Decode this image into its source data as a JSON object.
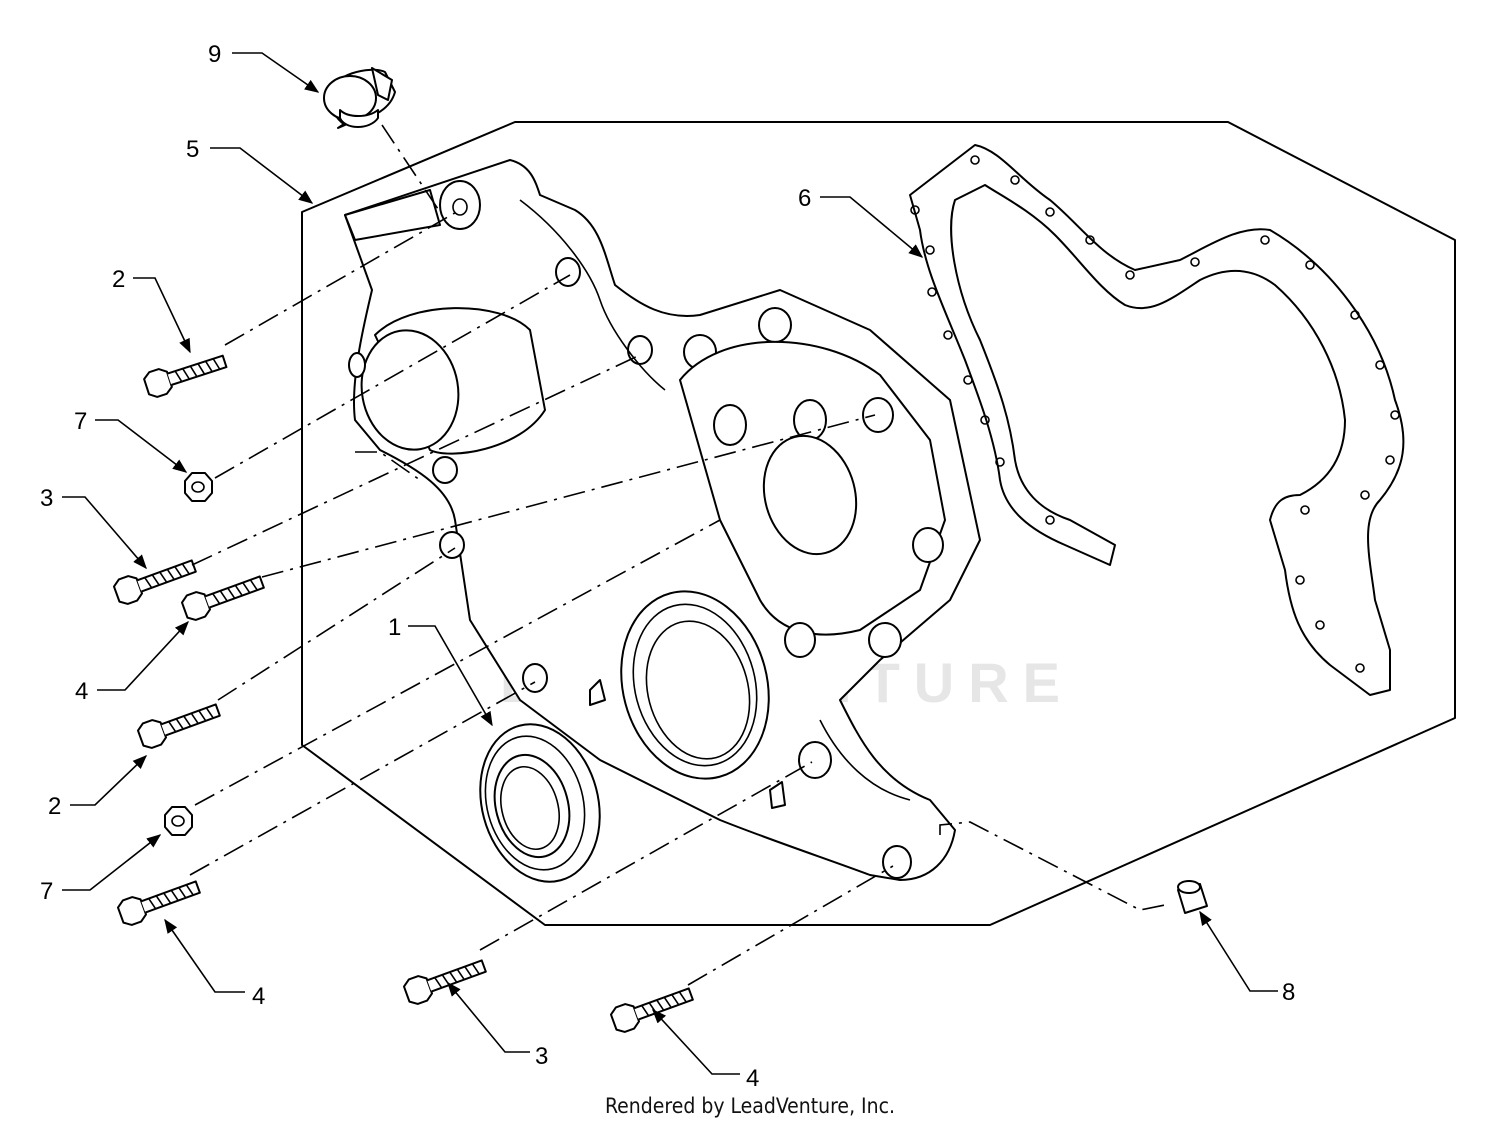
{
  "watermark": "LEADVENTURE",
  "credit": "Rendered by LeadVenture, Inc.",
  "callouts": {
    "c9": "9",
    "c5": "5",
    "c6": "6",
    "c2a": "2",
    "c7a": "7",
    "c3a": "3",
    "c4a": "4",
    "c2b": "2",
    "c7b": "7",
    "c4b": "4",
    "c1": "1",
    "c3b": "3",
    "c4c": "4",
    "c8": "8"
  }
}
